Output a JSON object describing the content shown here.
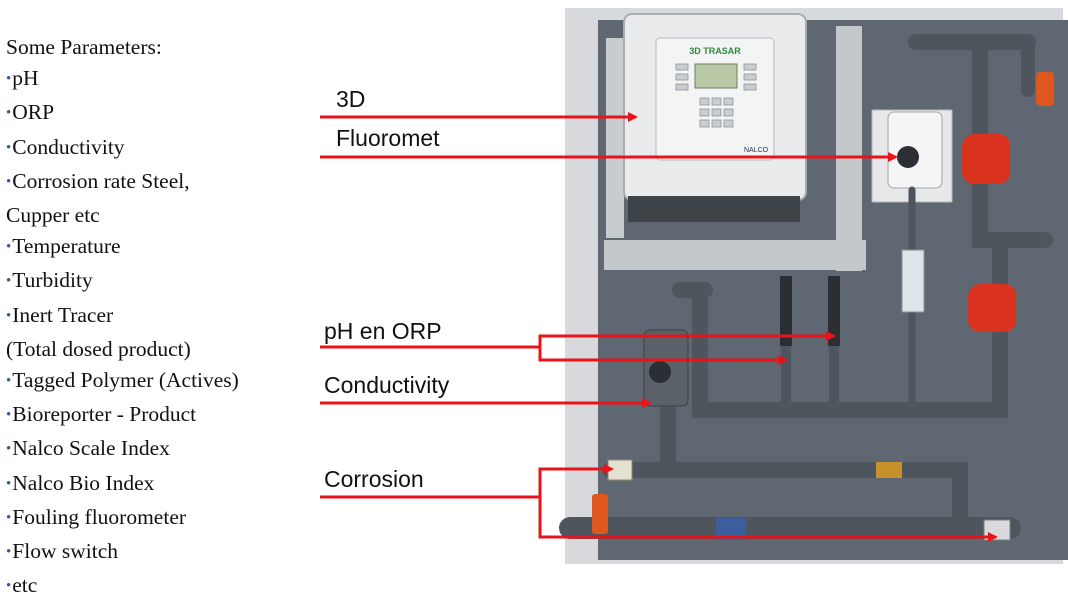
{
  "parameters": {
    "heading": "Some Parameters:",
    "bullet_symbol": "•",
    "items": [
      {
        "text": "pH",
        "bullet": true
      },
      {
        "text": "ORP",
        "bullet": true
      },
      {
        "text": "Conductivity",
        "bullet": true
      },
      {
        "text": "Corrosion rate Steel,",
        "bullet": true
      },
      {
        "text": "Cupper etc",
        "bullet": false
      },
      {
        "text": "Temperature",
        "bullet": true
      },
      {
        "text": "Turbidity",
        "bullet": true
      },
      {
        "text": "Inert Tracer",
        "bullet": true
      },
      {
        "text": "(Total dosed product)",
        "bullet": false
      },
      {
        "text": "Tagged Polymer (Actives)",
        "bullet": true
      },
      {
        "text": "Bioreporter - Product",
        "bullet": true
      },
      {
        "text": "Nalco Scale Index",
        "bullet": true
      },
      {
        "text": "Nalco Bio Index",
        "bullet": true
      },
      {
        "text": "Fouling fluorometer",
        "bullet": true
      },
      {
        "text": "Flow switch",
        "bullet": true
      },
      {
        "text": "etc",
        "bullet": true
      }
    ]
  },
  "callouts": {
    "label_3d": "3D",
    "label_fluoromet": "Fluoromet",
    "label_ph_orp": "pH en ORP",
    "label_conductivity": "Conductivity",
    "label_corrosion": "Corrosion"
  },
  "device": {
    "logo_text": "3D TRASAR",
    "brand_text": "NALCO"
  },
  "colors": {
    "arrow": "#e8141a",
    "panel": "#5f6872",
    "pipe": "#4e555c",
    "pump": "#d9331f"
  }
}
